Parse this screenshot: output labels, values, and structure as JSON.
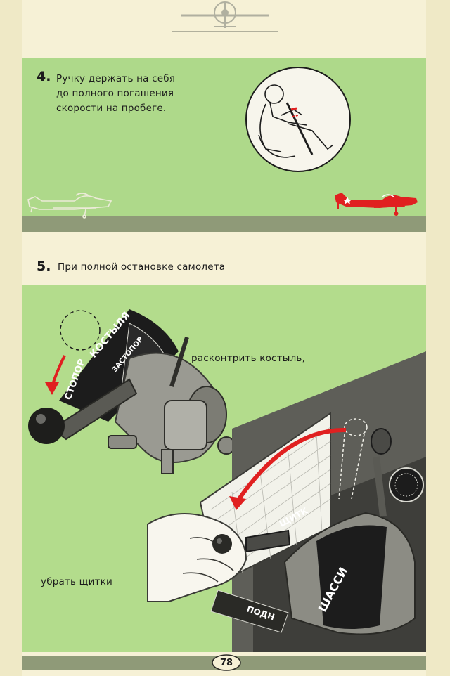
{
  "step4": {
    "number": "4.",
    "text": "Ручку держать на себя\nдо полного погашения\nскорости на пробеге."
  },
  "step5": {
    "number": "5.",
    "text": "При полной остановке самолета"
  },
  "labels": {
    "unlock_tailwheel": "расконтрить костыль,",
    "retract_flaps": "убрать щитки"
  },
  "lever_labels": {
    "tailwheel_free": "КОСТЫЛЯ",
    "tailwheel_stopper": "ЗАСТОПОР",
    "stop": "СТОПОР",
    "flaps": "ЩИТК",
    "gear": "ШАССИ",
    "raise": "ПОДН"
  },
  "page_number": "78",
  "colors": {
    "panel_green": "#aed98a",
    "ground_gray": "#8f9a78",
    "arrow_red": "#e02020",
    "plane_red": "#e02020"
  }
}
